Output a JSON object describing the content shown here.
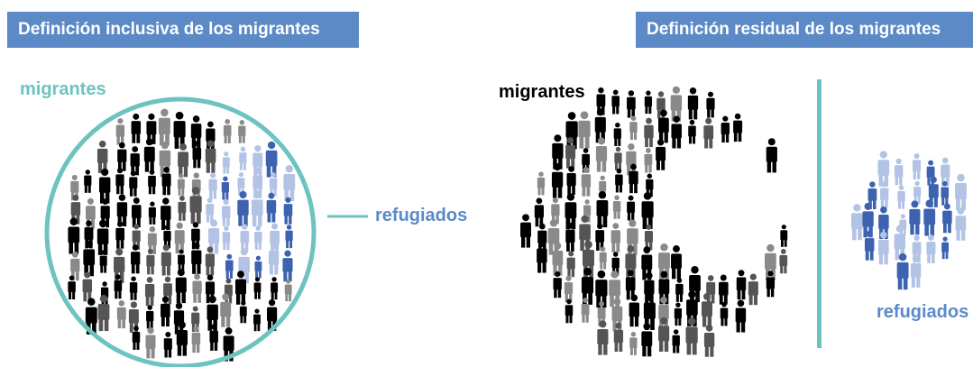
{
  "panels": {
    "inclusive": {
      "header": "Definición inclusiva de los migrantes",
      "migrants_label": "migrantes",
      "refugees_label": "refugiados"
    },
    "residual": {
      "header": "Definición residual de los migrantes",
      "migrants_label": "migrantes",
      "refugees_label": "refugiados"
    }
  },
  "colors": {
    "header_bg": "#5b8ac6",
    "circle_teal": "#6cc3c0",
    "divider_teal": "#6cc3c0",
    "person_black": "#000000",
    "person_dark_gray": "#555555",
    "person_gray": "#8a8a8a",
    "person_dark_blue": "#3d63b0",
    "person_light_blue": "#b3c3e6"
  },
  "icons": [
    "person-icon"
  ]
}
